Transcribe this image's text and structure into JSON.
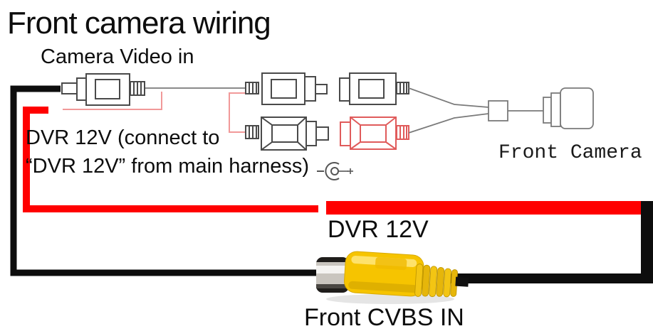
{
  "title": "Front camera wiring",
  "diagram": {
    "camera_video_in_label": "Camera Video in",
    "dvr_note": {
      "line1": "DVR 12V (connect to",
      "line2": "“DVR 12V” from main harness)"
    },
    "front_camera_label": "Front Camera",
    "dvr_12v_label": "DVR 12V",
    "front_cvbs_in_label": "Front CVBS IN"
  },
  "icons": {
    "dc_polarity": "dc-polarity-icon",
    "yellow_rca": "yellow-rca-jack-icon"
  },
  "colors": {
    "power_wire_red": "#ff0000",
    "video_wire_black": "#0d0d0d",
    "thin_signal_red": "#f19999",
    "connector_outline_gray": "#4a4a4a",
    "connector_outline_red": "#e05b5b",
    "cable_gray": "#8a8a8a",
    "rca_yellow": "#f6c400",
    "background": "#ffffff",
    "text": "#0d0d0d"
  }
}
